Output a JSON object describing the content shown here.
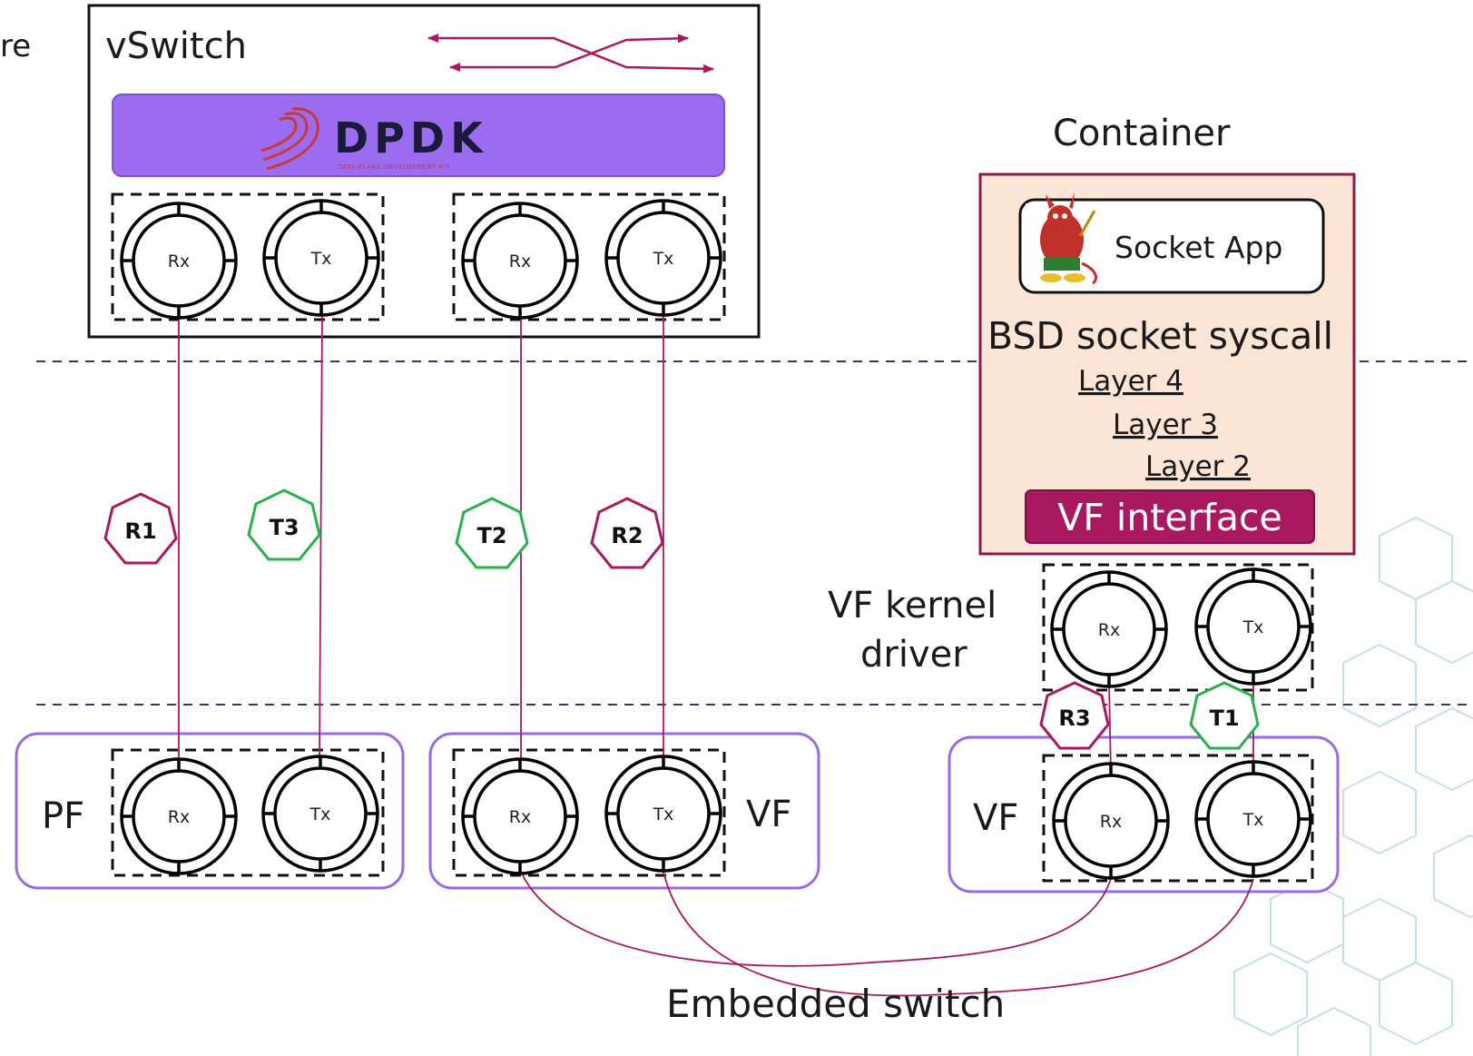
{
  "texts": {
    "edge_label": "re",
    "vswitch": "vSwitch",
    "dpdk_logo": "DPDK",
    "dpdk_sub": "DATA PLANE DEVELOPMENT KIT",
    "container": "Container",
    "socket_app": "Socket App",
    "bsd_syscall": "BSD socket syscall",
    "layer4": "Layer 4",
    "layer3": "Layer 3",
    "layer2": "Layer 2",
    "vf_interface": "VF interface",
    "vf_kernel_line1": "VF kernel",
    "vf_kernel_line2": "driver",
    "pf": "PF",
    "vf_mid": "VF",
    "vf_right": "VF",
    "embedded_switch": "Embedded switch"
  },
  "rings": {
    "vswitch_rx1": "Rx",
    "vswitch_tx1": "Tx",
    "vswitch_rx2": "Rx",
    "vswitch_tx2": "Tx",
    "kernel_rx": "Rx",
    "kernel_tx": "Tx",
    "pf_rx": "Rx",
    "pf_tx": "Tx",
    "vfmid_rx": "Rx",
    "vfmid_tx": "Tx",
    "vfright_rx": "Rx",
    "vfright_tx": "Tx"
  },
  "badges": {
    "r1": "R1",
    "t3": "T3",
    "t2": "T2",
    "r2": "R2",
    "r3": "R3",
    "t1": "T1"
  },
  "colors": {
    "magenta": "#a8195f",
    "green": "#2bb04a",
    "purple_fill": "#9b6bf0",
    "purple_border": "#9a6bdf",
    "container_fill": "#fbe5d6",
    "container_border": "#8b1a4a",
    "vf_iface_fill": "#a8195f",
    "dashed_line": "#3b3569"
  }
}
